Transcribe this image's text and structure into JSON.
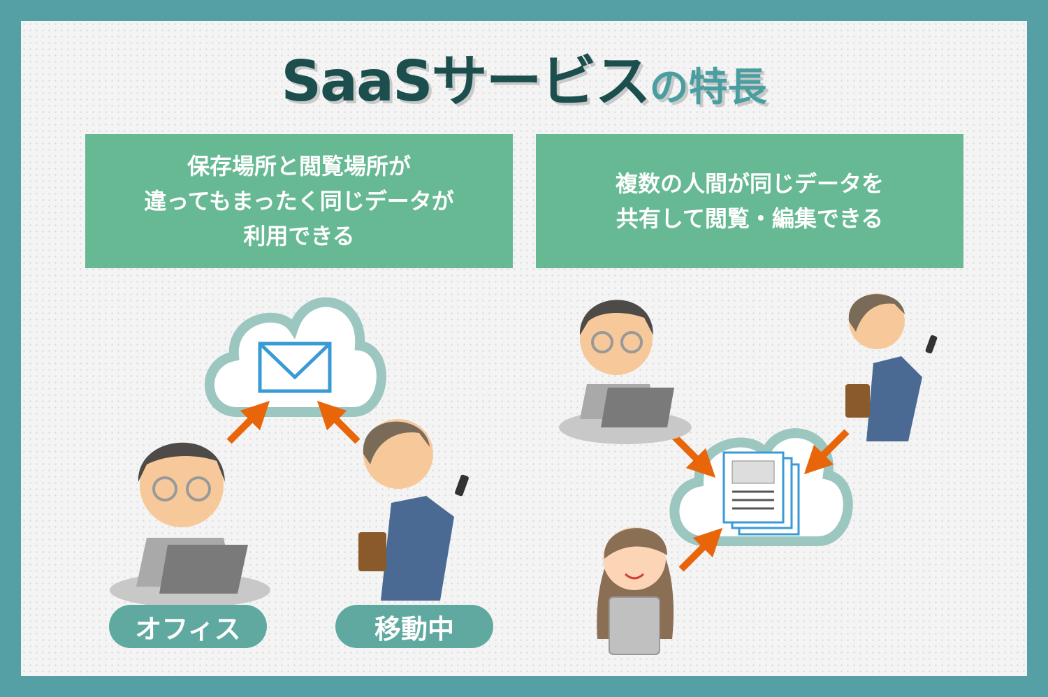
{
  "title": {
    "main": "SaaSサービス",
    "sub": "の特長"
  },
  "feature_left": {
    "lines": [
      "保存場所と閲覧場所が",
      "違ってもまったく同じデータが",
      "利用できる"
    ]
  },
  "feature_right": {
    "lines": [
      "複数の人間が同じデータを",
      "共有して閲覧・編集できる"
    ]
  },
  "labels": {
    "office": "オフィス",
    "mobile": "移動中"
  },
  "colors": {
    "frame": "#55a0a4",
    "box": "#67b994",
    "title": "#1c4e4e",
    "accent": "#4a9ea0",
    "arrow": "#e8650a",
    "cloud": "#9cc6c0"
  }
}
